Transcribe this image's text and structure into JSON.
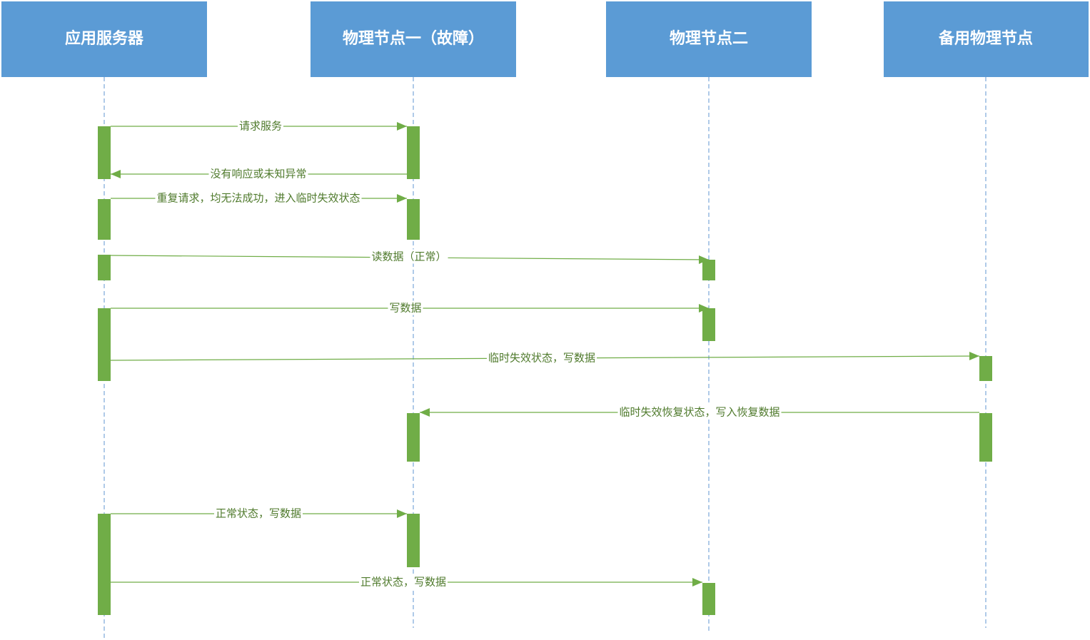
{
  "participants": [
    {
      "id": "app",
      "label": "应用服务器"
    },
    {
      "id": "node1",
      "label": "物理节点一（故障）"
    },
    {
      "id": "node2",
      "label": "物理节点二"
    },
    {
      "id": "backup",
      "label": "备用物理节点"
    }
  ],
  "messages": [
    {
      "id": "m1",
      "label": "请求服务",
      "from": "app",
      "to": "node1"
    },
    {
      "id": "m2",
      "label": "没有响应或未知异常",
      "from": "node1",
      "to": "app"
    },
    {
      "id": "m3",
      "label": "重复请求，均无法成功，进入临时失效状态",
      "from": "app",
      "to": "node1"
    },
    {
      "id": "m4",
      "label": "读数据（正常）",
      "from": "app",
      "to": "node2"
    },
    {
      "id": "m5",
      "label": "写数据",
      "from": "app",
      "to": "node2"
    },
    {
      "id": "m6",
      "label": "临时失效状态，写数据",
      "from": "app",
      "to": "backup"
    },
    {
      "id": "m7",
      "label": "临时失效恢复状态，写入恢复数据",
      "from": "backup",
      "to": "node1"
    },
    {
      "id": "m8",
      "label": "正常状态，写数据",
      "from": "app",
      "to": "node1"
    },
    {
      "id": "m9",
      "label": "正常状态，写数据",
      "from": "app",
      "to": "node2"
    }
  ],
  "colors": {
    "participant_fill": "#5b9bd5",
    "participant_text": "#ffffff",
    "lifeline": "#7aa7d8",
    "activation": "#70ad47",
    "message_line": "#70ad47",
    "message_text": "#4f7a2c"
  }
}
